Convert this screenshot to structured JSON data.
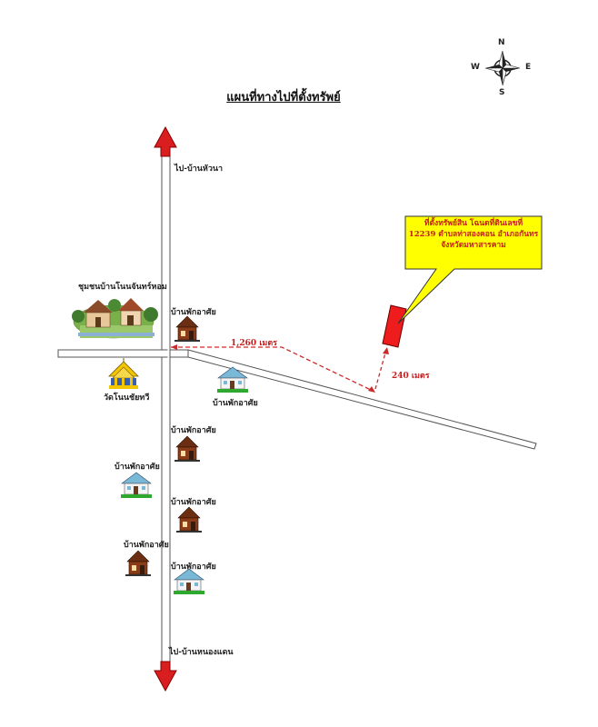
{
  "map": {
    "title": "แผนที่ทางไปที่ตั้งทรัพย์",
    "compass": {
      "n": "N",
      "s": "S",
      "e": "E",
      "w": "W"
    },
    "road_north_label": "ไป-บ้านหัวนา",
    "road_south_label": "ไป-บ้านหนองแดน",
    "community_label": "ชุมชนบ้านโนนจันทร์หอม",
    "temple_label": "วัดโนนชัยทวี",
    "house_label": "บ้านพักอาศัย",
    "distance_main": "1,260 เมตร",
    "distance_spur": "240 เมตร",
    "callout": {
      "line1": "ที่ตั้งทรัพย์สิน  โฉนดที่ดินเลขที่",
      "line2": "12239 ตำบลท่าสองคอน อำเภอกันทร",
      "line3": "จังหวัดมหาสารคาม"
    },
    "colors": {
      "arrow": "#d81e1e",
      "property": "#ee1c1c",
      "callout_fill": "#ffff00",
      "road": "#d6d6d6",
      "dash": "#cc2a2a"
    }
  }
}
